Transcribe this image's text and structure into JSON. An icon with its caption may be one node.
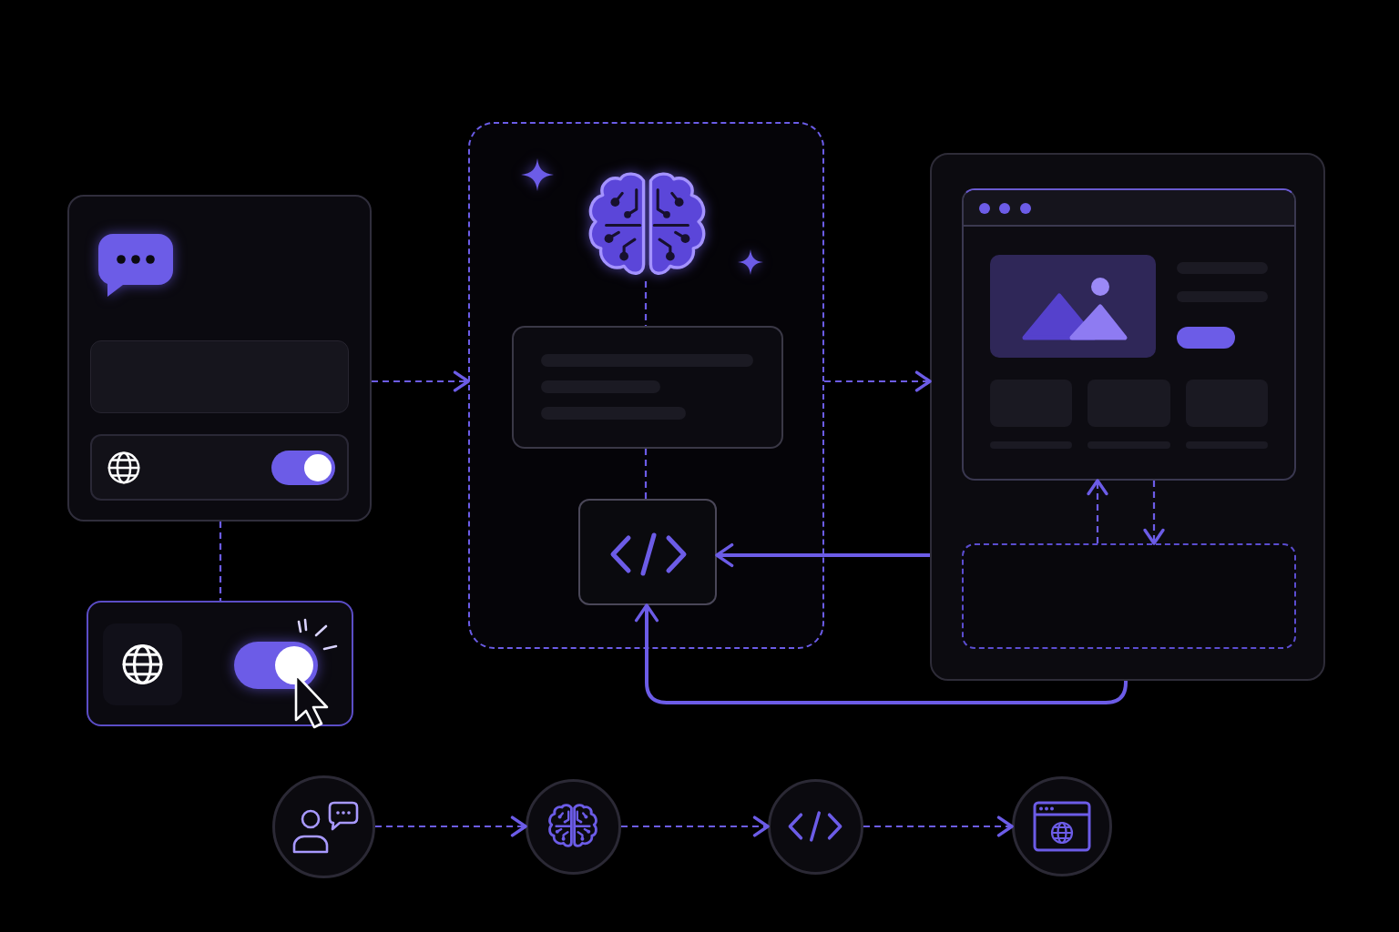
{
  "diagram": {
    "nodes": [
      {
        "text": [],
        "shape": "box"
      },
      {
        "text": [],
        "shape": "box"
      },
      {
        "text": [],
        "shape": "box"
      },
      {
        "text": [],
        "shape": "picture",
        "in": 2
      },
      {
        "text": [],
        "shape": "box",
        "in": 2
      },
      {
        "text": [],
        "shape": "box",
        "in": 2
      },
      {
        "text": [],
        "shape": "box"
      },
      {
        "text": [],
        "shape": "box",
        "in": 6
      },
      {
        "text": [],
        "shape": "box",
        "in": 6
      },
      {
        "text": [],
        "shape": "circle"
      },
      {
        "text": [],
        "shape": "circle"
      },
      {
        "text": [],
        "shape": "circle"
      },
      {
        "text": [],
        "shape": "circle"
      }
    ],
    "edges": [
      {
        "from": 0,
        "to": 1,
        "arrow": "none",
        "style": "dashed"
      },
      {
        "from": 0,
        "to": 2,
        "arrow": "to",
        "style": "dashed"
      },
      {
        "from": 2,
        "to": 6,
        "arrow": "to",
        "style": "dashed"
      },
      {
        "from": 3,
        "to": 4,
        "arrow": "none",
        "style": "dashed"
      },
      {
        "from": 4,
        "to": 5,
        "arrow": "none",
        "style": "dashed"
      },
      {
        "from": 8,
        "to": 7,
        "arrow": "to",
        "style": "dashed"
      },
      {
        "from": 7,
        "to": 8,
        "arrow": "to",
        "style": "dashed"
      },
      {
        "from": 6,
        "to": 5,
        "arrow": "to"
      },
      {
        "from": 6,
        "to": 5,
        "arrow": "to"
      },
      {
        "from": 9,
        "to": 10,
        "arrow": "to",
        "style": "dashed"
      },
      {
        "from": 10,
        "to": 11,
        "arrow": "to",
        "style": "dashed"
      },
      {
        "from": 11,
        "to": 12,
        "arrow": "to",
        "style": "dashed"
      }
    ]
  }
}
